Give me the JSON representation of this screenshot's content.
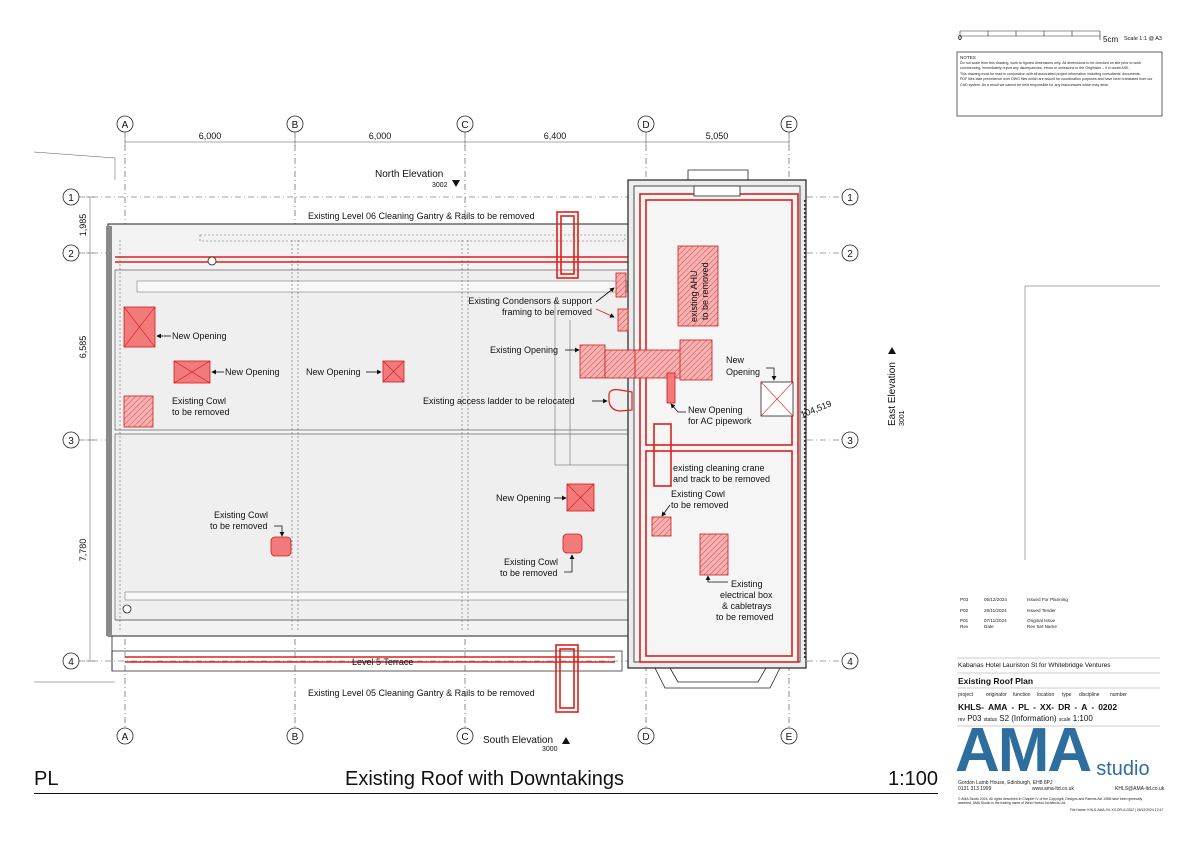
{
  "grid": {
    "columns": [
      "A",
      "B",
      "C",
      "D",
      "E"
    ],
    "rows": [
      "1",
      "2",
      "3",
      "4"
    ],
    "column_dims": [
      "6,000",
      "6,000",
      "6,400",
      "5,050"
    ],
    "row_dims": [
      "1,985",
      "6,585",
      "7,780"
    ]
  },
  "elevations": {
    "north": {
      "label": "North Elevation",
      "ref": "3002"
    },
    "south": {
      "label": "South Elevation",
      "ref": "3000"
    },
    "east": {
      "label": "East Elevation",
      "ref": "3001"
    }
  },
  "annotations": {
    "gantry_06": "Existing Level 06 Cleaning Gantry & Rails to be removed",
    "gantry_05": "Existing Level 05 Cleaning Gantry & Rails to be removed",
    "terrace": "Level 5 Terrace",
    "condensors_1": "Existing Condensors & support",
    "condensors_2": "framing to be removed",
    "existing_opening": "Existing Opening",
    "new_opening": "New Opening",
    "new_opening_2a": "New",
    "new_opening_2b": "Opening",
    "ahu_1": "existing AHU",
    "ahu_2": "to be removed",
    "cowl_1": "Existing Cowl",
    "cowl_2": "to be removed",
    "ladder": "Existing access ladder to be relocated",
    "ac_1": "New Opening",
    "ac_2": "for AC pipework",
    "crane_1": "existing cleaning crane",
    "crane_2": "and track to be removed",
    "elec_1": "Existing",
    "elec_2": "electrical box",
    "elec_3": "& cabletrays",
    "elec_4": "to be removed",
    "level": "104,519"
  },
  "scale_bar": {
    "zero": "0",
    "end": "5cm",
    "note": "Scale 1:1 @ A3"
  },
  "notes": {
    "heading": "NOTES",
    "lines": [
      "Do not scale from this drawing, work to figured dimensions only. All dimensions to be checked on site prior to work",
      "commencing, immediately report any discrepancies, errors or omissions to the Originator – if in doubt ASK.",
      "This drawing must be read in conjunction with all associated project information including consultants' documents.",
      "PDF files take precedence over DWG files which are issued for coordination purposes and have been translated from our",
      "CAD system. As a result we cannot be held responsible for any inaccuracies which may arise."
    ]
  },
  "revisions": {
    "rows": [
      [
        "P03",
        "05/12/2024",
        "Issued For Planning"
      ],
      [
        "P02",
        "29/11/2024",
        "Issued Tender"
      ],
      [
        "P01",
        "07/11/2024",
        "Original Issue"
      ]
    ],
    "header": [
      "Rev",
      "Date",
      "Rev Set Name"
    ]
  },
  "title_block": {
    "client": "Kabanas Hotel Lauriston St for Whitebridge Ventures",
    "drawing_title": "Existing Roof Plan",
    "code_labels": [
      "project",
      "originator",
      "function",
      "location",
      "type",
      "discipline",
      "number"
    ],
    "code_values": [
      "KHLS-",
      "AMA",
      "-",
      "PL",
      "-",
      "XX-",
      "DR",
      "-",
      "A",
      "-",
      "0202"
    ],
    "rev_label": "rev",
    "rev": "P03",
    "status_label": "status",
    "status": "S2 (Information)",
    "scale_label": "scale",
    "scale": "1:100",
    "logo_text": "AMA",
    "logo_sub": "studio",
    "address": "Gordon Lamb House, Edinburgh, EH8 8PJ",
    "phone": "0131 313 1999",
    "web": "www.ama-ltd.co.uk",
    "email": "KHLS@AMA-ltd.co.uk",
    "copyright_1": "© AMA Studio 2024. All rights described in Chapter IV of the Copyright, Designs and Patents Act 1988 have been generally",
    "copyright_2": "asserted. AMA Studio is the trading name of West Harbor Architects Ltd.",
    "filename": "File Name: KHLS-AMA-XX-XX-DR-A-0202 | 05/12/2024 12:47"
  },
  "footer": {
    "left": "PL",
    "title": "Existing Roof with Downtakings",
    "scale": "1:100"
  },
  "colors": {
    "removal": "#e0201a",
    "fill": "#f27a7a",
    "logo": "#2e6e9e"
  }
}
